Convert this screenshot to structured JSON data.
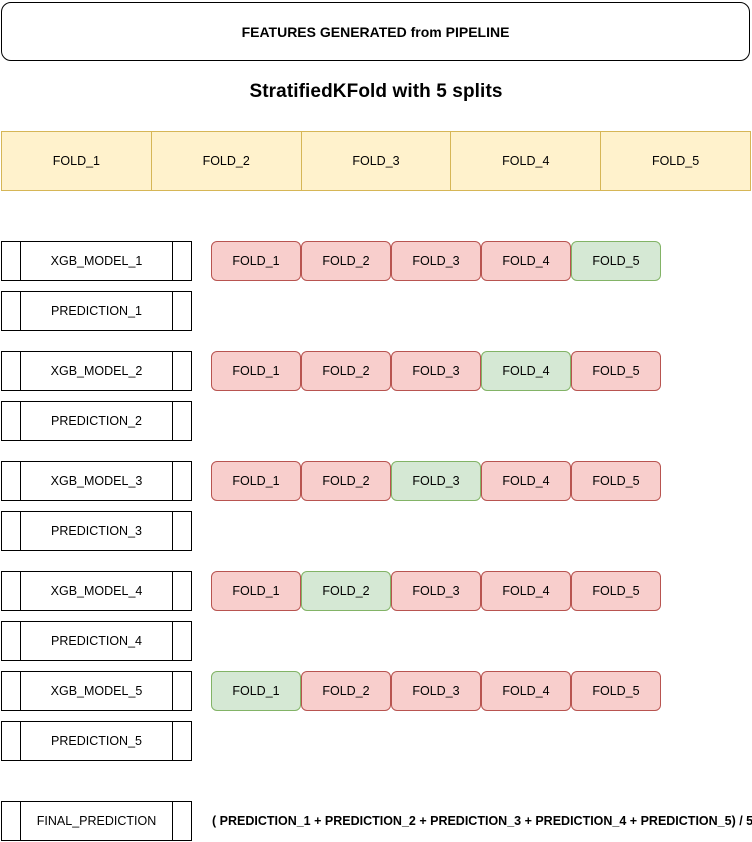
{
  "header": {
    "title": "FEATURES GENERATED from PIPELINE"
  },
  "subtitle": "StratifiedKFold with 5 splits",
  "folds": [
    "FOLD_1",
    "FOLD_2",
    "FOLD_3",
    "FOLD_4",
    "FOLD_5"
  ],
  "colors": {
    "fold_fill": "#fff2cc",
    "fold_stroke": "#d6b656",
    "train_fill": "#f8cecc",
    "train_stroke": "#b85450",
    "valid_fill": "#d5e8d4",
    "valid_stroke": "#82b366"
  },
  "models": [
    {
      "model": "XGB_MODEL_1",
      "prediction": "PREDICTION_1",
      "validation_fold": 5
    },
    {
      "model": "XGB_MODEL_2",
      "prediction": "PREDICTION_2",
      "validation_fold": 4
    },
    {
      "model": "XGB_MODEL_3",
      "prediction": "PREDICTION_3",
      "validation_fold": 3
    },
    {
      "model": "XGB_MODEL_4",
      "prediction": "PREDICTION_4",
      "validation_fold": 2
    },
    {
      "model": "XGB_MODEL_5",
      "prediction": "PREDICTION_5",
      "validation_fold": 1
    }
  ],
  "final": {
    "label": "FINAL_PREDICTION",
    "formula": "( PREDICTION_1 + PREDICTION_2 + PREDICTION_3 + PREDICTION_4 + PREDICTION_5) / 5"
  }
}
